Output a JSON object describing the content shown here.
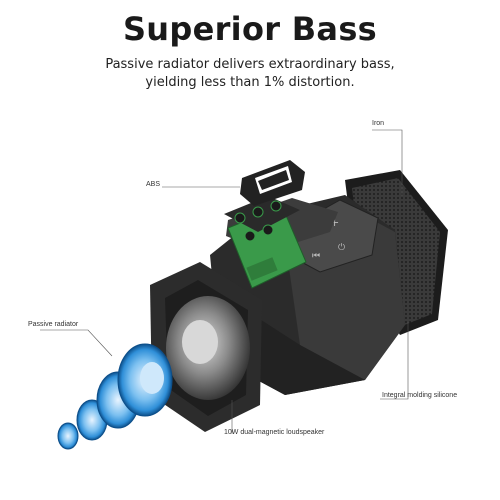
{
  "headline": "Superior Bass",
  "description_line1": "Passive radiator delivers extraordinary bass,",
  "description_line2": "yielding less than 1% distortion.",
  "callouts": {
    "iron": "Iron",
    "abs": "ABS",
    "passive_radiator": "Passive radiator",
    "silicone": "Integral molding silicone",
    "loudspeaker": "10W dual-magnetic loudspeaker"
  },
  "colors": {
    "accent_blue": "#2f8fd8",
    "pcb_green": "#3a9a4a",
    "body_dark": "#2a2a2a"
  }
}
